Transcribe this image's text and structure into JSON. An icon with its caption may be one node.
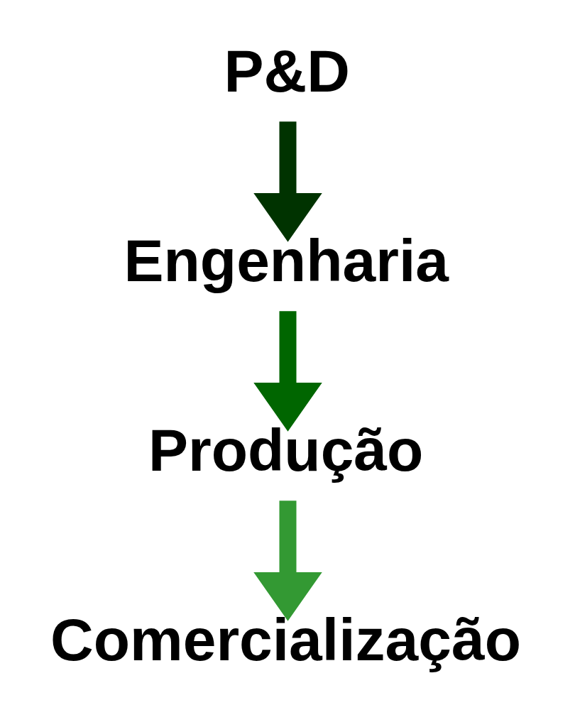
{
  "diagram": {
    "nodes": [
      {
        "text": [
          "P&D"
        ]
      },
      {
        "text": [
          "Engenharia"
        ]
      },
      {
        "text": [
          "Produção"
        ]
      },
      {
        "text": [
          "Comercialização"
        ]
      }
    ],
    "edges": [
      {
        "from": 0,
        "to": 1,
        "arrow": "to",
        "color": "#003300"
      },
      {
        "from": 1,
        "to": 2,
        "arrow": "to",
        "color": "#006600"
      },
      {
        "from": 2,
        "to": 3,
        "arrow": "to",
        "color": "#339933"
      }
    ]
  }
}
